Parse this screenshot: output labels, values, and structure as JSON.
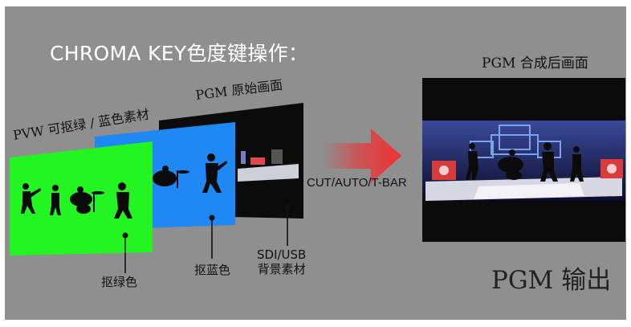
{
  "title": "CHROMA KEY色度键操作：",
  "layers": {
    "green_caption": "PVW 可抠绿 / 蓝色素材",
    "pgm_original_caption": "PGM 原始画面"
  },
  "labels": {
    "green": "抠绿色",
    "blue": "抠蓝色",
    "sdi_line1": "SDI/USB",
    "sdi_line2": "背景素材"
  },
  "arrow_label": "CUT/AUTO/T-BAR",
  "output": {
    "caption": "PGM 合成后画面",
    "label": "PGM 输出"
  },
  "colors": {
    "background": "#8f8f8f",
    "green_screen": "#22f522",
    "blue_screen": "#1e88f5",
    "arrow": "#f03030"
  }
}
